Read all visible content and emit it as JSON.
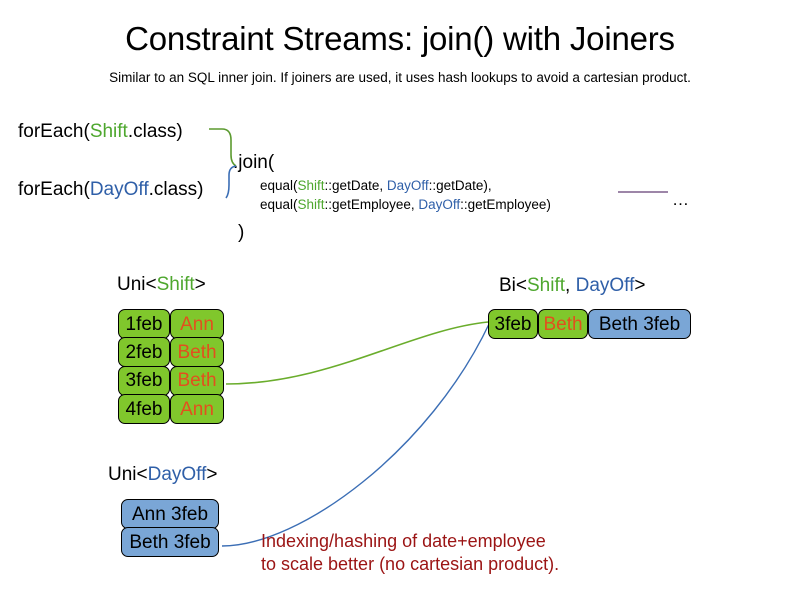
{
  "slide": {
    "title": "Constraint Streams: join() with Joiners",
    "subtitle": "Similar to an SQL inner join. If joiners are used, it uses hash lookups to avoid a cartesian product.",
    "ellipsis": "…"
  },
  "colors": {
    "shift_green": "#4ea72e",
    "dayoff_blue": "#2f5fa8",
    "box_green": "#80c72c",
    "box_blue": "#7aa6d6",
    "name_orange": "#e2501e",
    "caption_red": "#9b1414",
    "rule_purple": "#7d5f8c",
    "background": "#ffffff"
  },
  "code": {
    "foreach_shift": {
      "prefix": "forEach(",
      "type": "Shift",
      "suffix": ".class)"
    },
    "foreach_dayoff": {
      "prefix": "forEach(",
      "type": "DayOff",
      "suffix": ".class)"
    },
    "join_open": ".join(",
    "equal_date": {
      "prefix": "equal(",
      "left_type": "Shift",
      "left_method": "::getDate, ",
      "right_type": "DayOff",
      "right_method": "::getDate),"
    },
    "equal_employee": {
      "prefix": "equal(",
      "left_type": "Shift",
      "left_method": "::getEmployee, ",
      "right_type": "DayOff",
      "right_method": "::getEmployee)"
    },
    "join_close": ")"
  },
  "streams": {
    "uni_shift": {
      "label_prefix": "Uni<",
      "label_type": "Shift",
      "label_suffix": ">",
      "rows": [
        {
          "date": "1feb",
          "employee": "Ann"
        },
        {
          "date": "2feb",
          "employee": "Beth"
        },
        {
          "date": "3feb",
          "employee": "Beth"
        },
        {
          "date": "4feb",
          "employee": "Ann"
        }
      ]
    },
    "uni_dayoff": {
      "label_prefix": "Uni<",
      "label_type": "DayOff",
      "label_suffix": ">",
      "rows": [
        {
          "value": "Ann 3feb"
        },
        {
          "value": "Beth 3feb"
        }
      ]
    },
    "bi": {
      "label_prefix": "Bi<",
      "label_type_a": "Shift",
      "label_separator": ", ",
      "label_type_b": "DayOff",
      "label_suffix": ">",
      "rows": [
        {
          "date": "3feb",
          "employee": "Beth",
          "dayoff": "Beth 3feb"
        }
      ]
    }
  },
  "caption": {
    "line1": "Indexing/hashing of date+employee",
    "line2": "to scale better (no cartesian product)."
  }
}
